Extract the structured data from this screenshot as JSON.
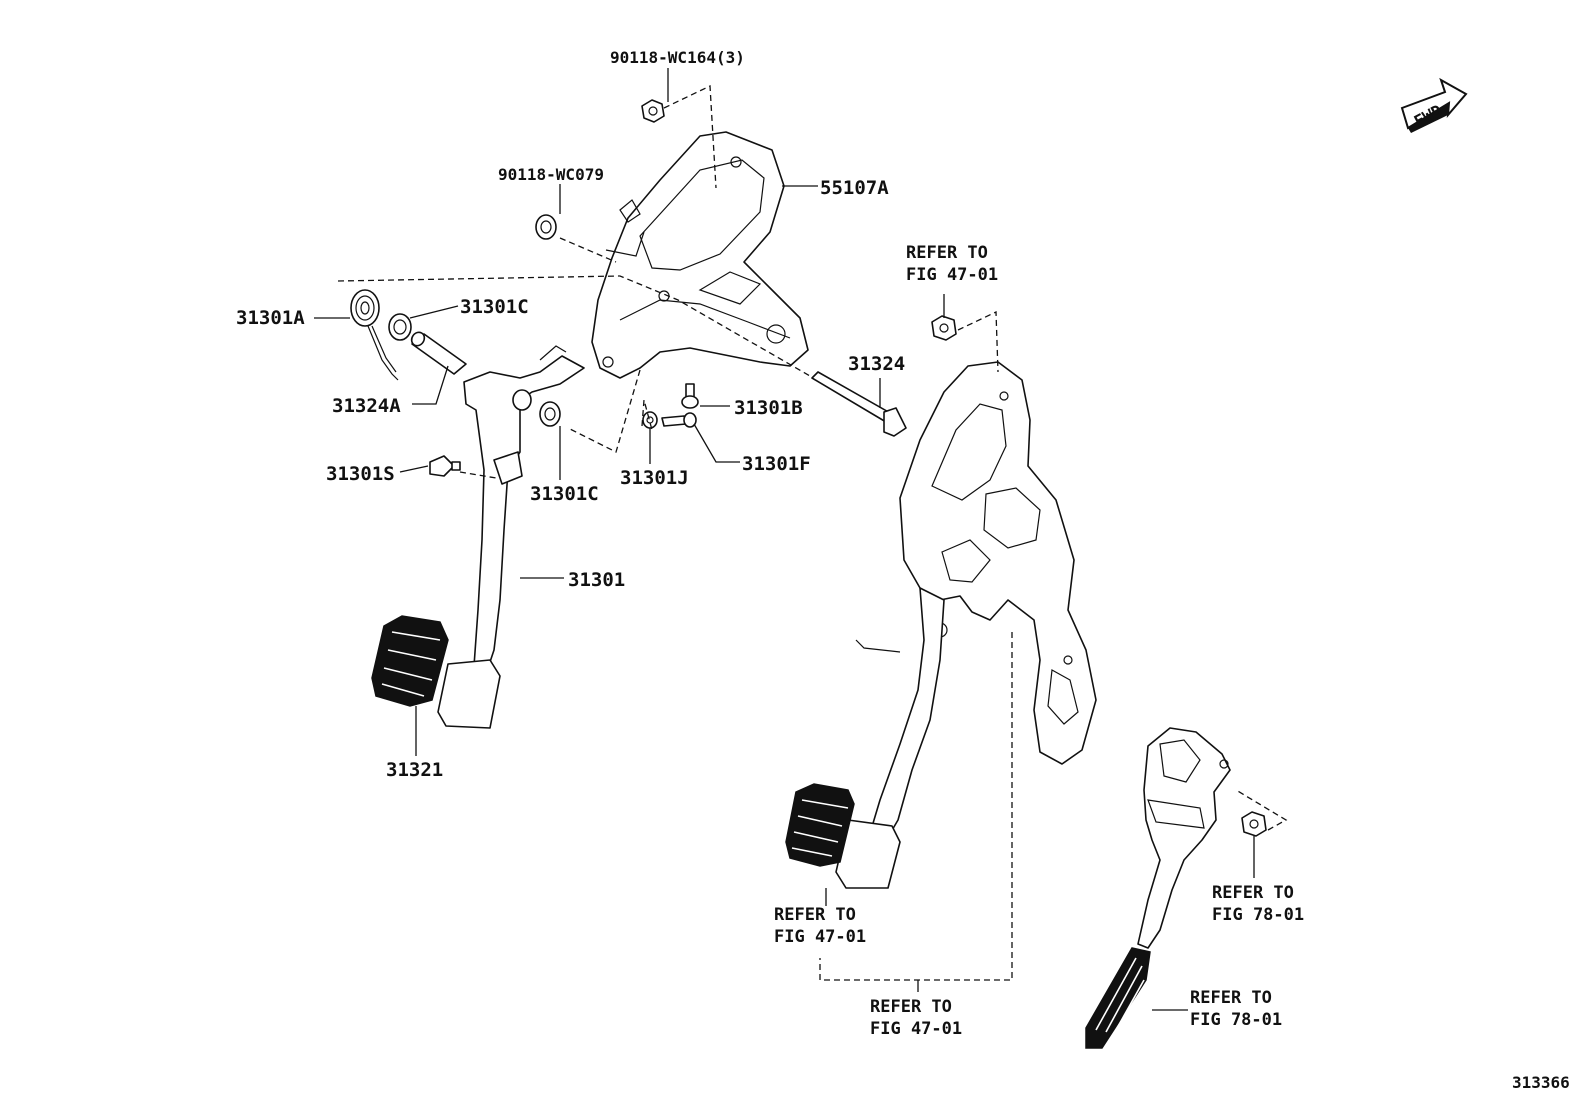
{
  "labels": {
    "nut_top": "90118-WC164(3)",
    "nut_mid": "90118-WC079",
    "bracket": "55107A",
    "spring": "31301A",
    "bushing_top": "31301C",
    "pin": "31324A",
    "stopper": "31301S",
    "bushing_low": "31301C",
    "pedal": "31301",
    "pedal_pad": "31321",
    "bolt": "31324",
    "bolt_b": "31301B",
    "bolt_f": "31301F",
    "nut_j": "31301J",
    "figure_id": "313366",
    "fwd": "FWD"
  },
  "refs": {
    "r1_line1": "REFER TO",
    "r1_line2": "FIG 47-01",
    "r2_line1": "REFER TO",
    "r2_line2": "FIG 47-01",
    "r3_line1": "REFER TO",
    "r3_line2": "FIG 47-01",
    "r4_line1": "REFER TO",
    "r4_line2": "FIG 78-01",
    "r5_line1": "REFER TO",
    "r5_line2": "FIG 78-01"
  }
}
